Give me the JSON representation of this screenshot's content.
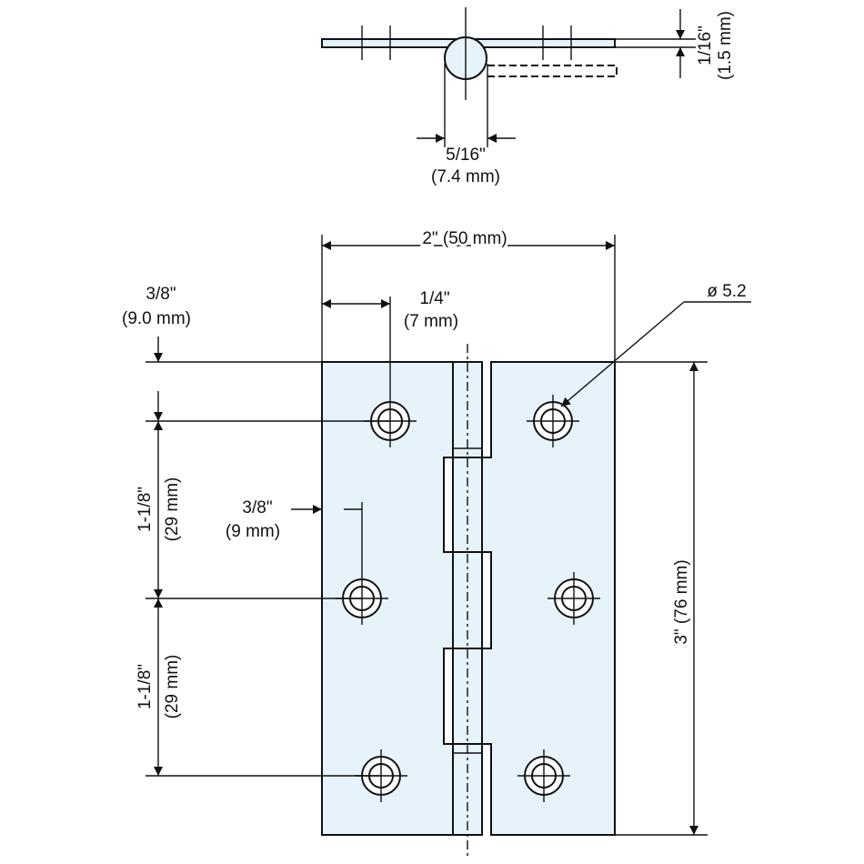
{
  "labels": {
    "thickness_in": "1/16\"",
    "thickness_mm": "(1.5 mm)",
    "knuckle_in": "5/16\"",
    "knuckle_mm": "(7.4 mm)",
    "width": "2\" (50 mm)",
    "edge_in": "1/4\"",
    "edge_mm": "(7 mm)",
    "top_offset_in": "3/8\"",
    "top_offset_mm": "(9.0 mm)",
    "hole_dia": "ø 5.2",
    "spacing1_in": "1-1/8\"",
    "spacing1_mm": "(29 mm)",
    "spacing2_in": "1-1/8\"",
    "spacing2_mm": "(29 mm)",
    "side_offset_in": "3/8\"",
    "side_offset_mm": "(9 mm)",
    "height": "3\" (76 mm)"
  },
  "colors": {
    "leaf_fill": "#e6f3fb",
    "line": "#111111"
  }
}
